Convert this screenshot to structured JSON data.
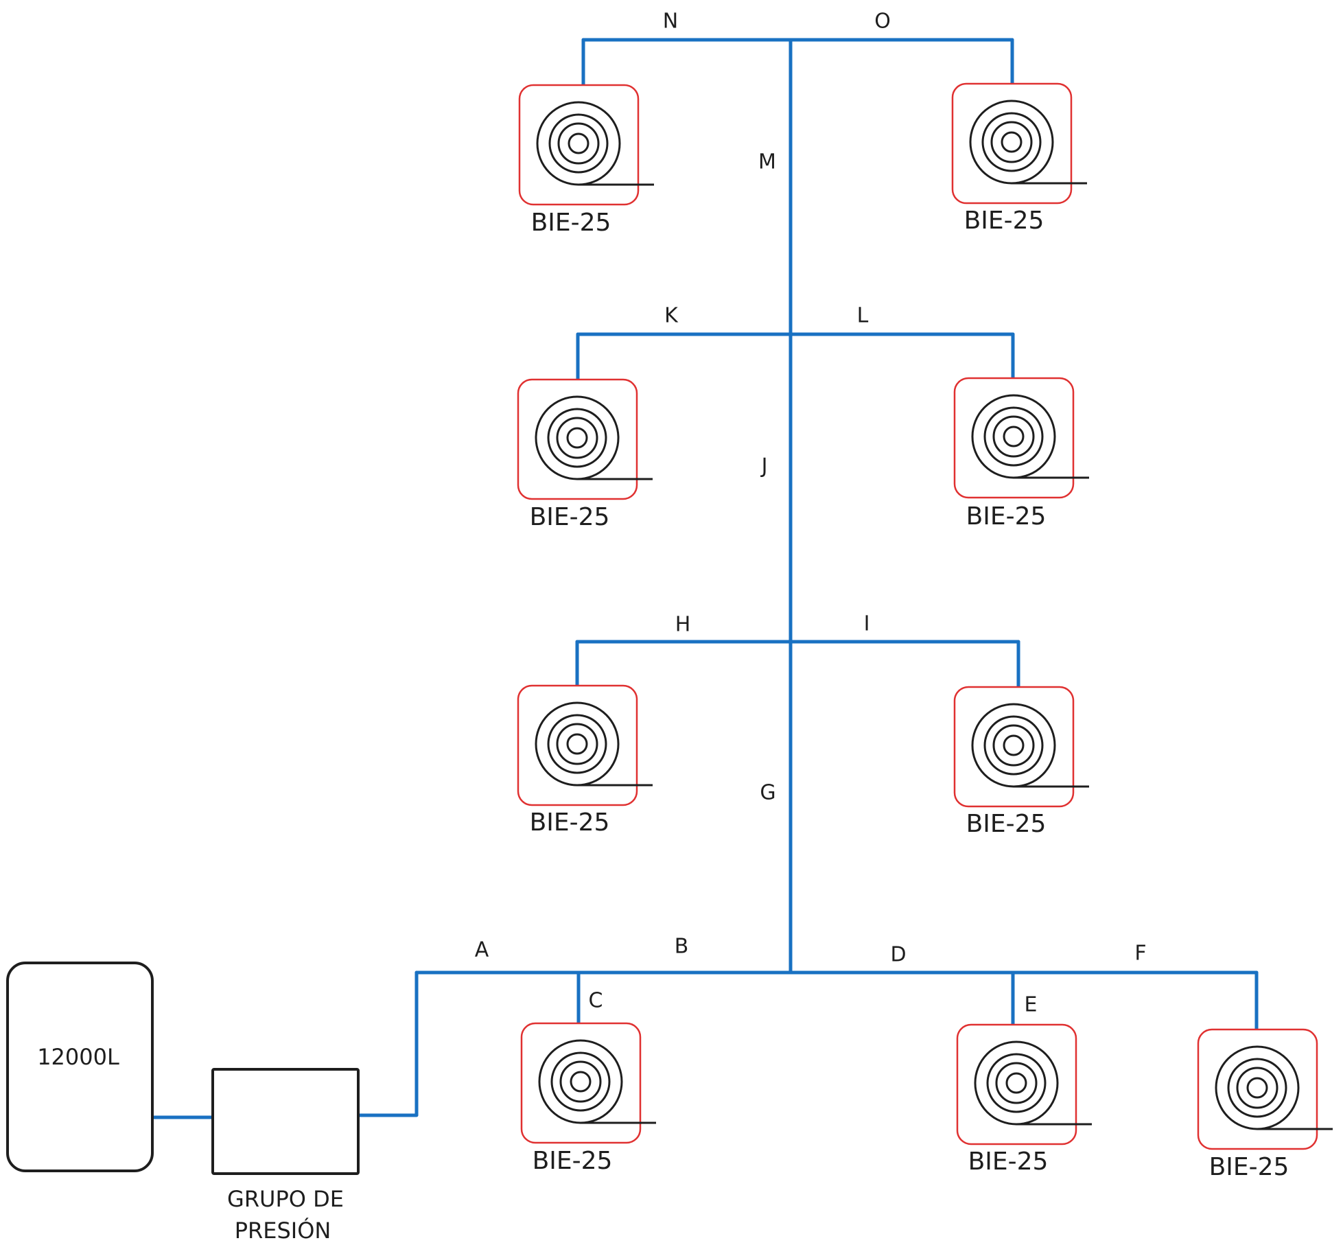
{
  "tank": {
    "label": "12000L"
  },
  "pump_group": {
    "label_line1": "GRUPO DE",
    "label_line2": "PRESIÓN"
  },
  "segments": {
    "A": "A",
    "B": "B",
    "C": "C",
    "D": "D",
    "E": "E",
    "F": "F",
    "G": "G",
    "H": "H",
    "I": "I",
    "J": "J",
    "K": "K",
    "L": "L",
    "M": "M",
    "N": "N",
    "O": "O"
  },
  "bie": [
    {
      "id": "bie-top-left",
      "label": "BIE-25"
    },
    {
      "id": "bie-top-right",
      "label": "BIE-25"
    },
    {
      "id": "bie-upper-left",
      "label": "BIE-25"
    },
    {
      "id": "bie-upper-right",
      "label": "BIE-25"
    },
    {
      "id": "bie-mid-left",
      "label": "BIE-25"
    },
    {
      "id": "bie-mid-right",
      "label": "BIE-25"
    },
    {
      "id": "bie-bottom-c",
      "label": "BIE-25"
    },
    {
      "id": "bie-bottom-e",
      "label": "BIE-25"
    },
    {
      "id": "bie-bottom-f",
      "label": "BIE-25"
    }
  ],
  "colors": {
    "pipe": "#1971c2",
    "bie_border": "#e03131",
    "ink": "#1e1e1e"
  }
}
